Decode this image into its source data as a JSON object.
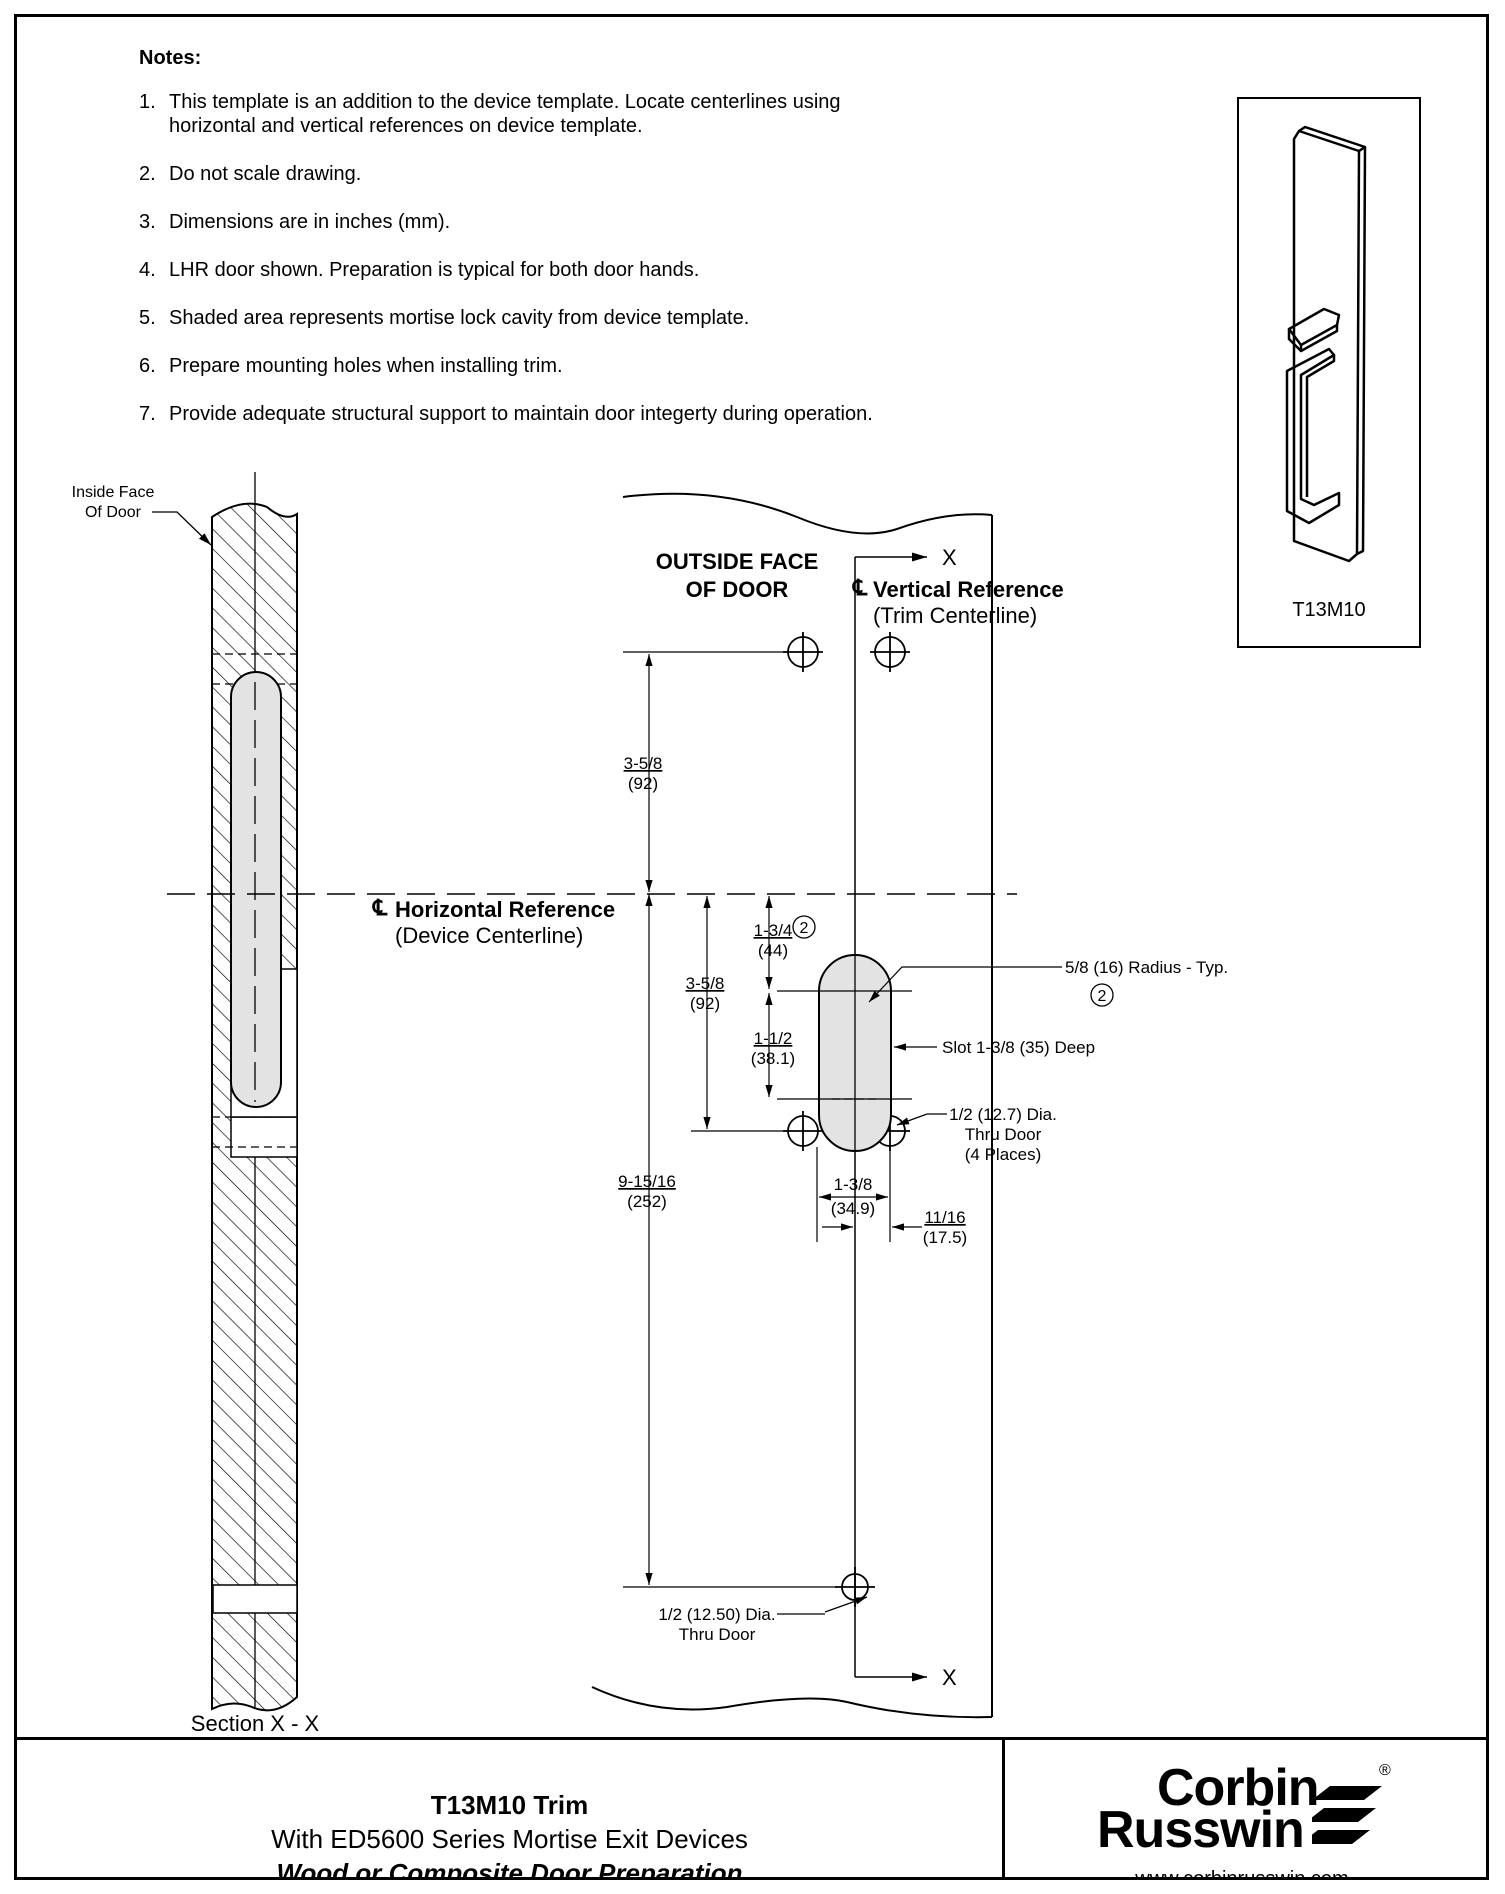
{
  "notes": {
    "title": "Notes:",
    "items": [
      {
        "num": "1.",
        "text": "This template is an addition to the device template.  Locate centerlines using horizontal and vertical references on device template."
      },
      {
        "num": "2.",
        "text": "Do not scale drawing."
      },
      {
        "num": "3.",
        "text": "Dimensions are in inches (mm)."
      },
      {
        "num": "4.",
        "text": "LHR door shown. Preparation is typical for both door hands."
      },
      {
        "num": "5.",
        "text": "Shaded area represents mortise lock cavity from device template."
      },
      {
        "num": "6.",
        "text": "Prepare mounting holes when installing trim."
      },
      {
        "num": "7.",
        "text": "Provide adequate structural support to maintain door integerty during operation."
      }
    ]
  },
  "thumbnail": {
    "label": "T13M10"
  },
  "section": {
    "inside_face_1": "Inside Face",
    "inside_face_2": "Of Door",
    "caption": "Section X - X"
  },
  "drawing": {
    "outside_face_1": "OUTSIDE FACE",
    "outside_face_2": "OF DOOR",
    "cl": "℄",
    "vertical_ref": "Vertical Reference",
    "vertical_ref_sub": "(Trim Centerline)",
    "horizontal_ref": "Horizontal Reference",
    "horizontal_ref_sub": "(Device Centerline)",
    "x_label": "X",
    "dim_a_in": "3-5/8",
    "dim_a_mm": "(92)",
    "dim_b_in": "1-3/4",
    "dim_b_mm": "(44)",
    "note_circle": "2",
    "dim_c_in": "3-5/8",
    "dim_c_mm": "(92)",
    "dim_d_in": "1-1/2",
    "dim_d_mm": "(38.1)",
    "dim_e_in": "9-15/16",
    "dim_e_mm": "(252)",
    "dim_f_in": "1-3/8",
    "dim_f_mm": "(34.9)",
    "dim_g_in": "11/16",
    "dim_g_mm": "(17.5)",
    "radius_note": "5/8 (16) Radius - Typ.",
    "slot_note": "Slot 1-3/8 (35) Deep",
    "hole_note_1": "1/2 (12.7) Dia.",
    "hole_note_2": "Thru Door",
    "hole_note_3": "(4 Places)",
    "bottom_hole_1": "1/2 (12.50) Dia.",
    "bottom_hole_2": "Thru Door"
  },
  "footer": {
    "title": "T13M10 Trim",
    "subtitle": "With ED5600 Series Mortise Exit Devices",
    "subtitle2": "Wood or Composite Door Preparation",
    "brand_1": "Corbin",
    "brand_2": "Russwin",
    "reg": "®",
    "url": "www.corbinrusswin.com"
  }
}
